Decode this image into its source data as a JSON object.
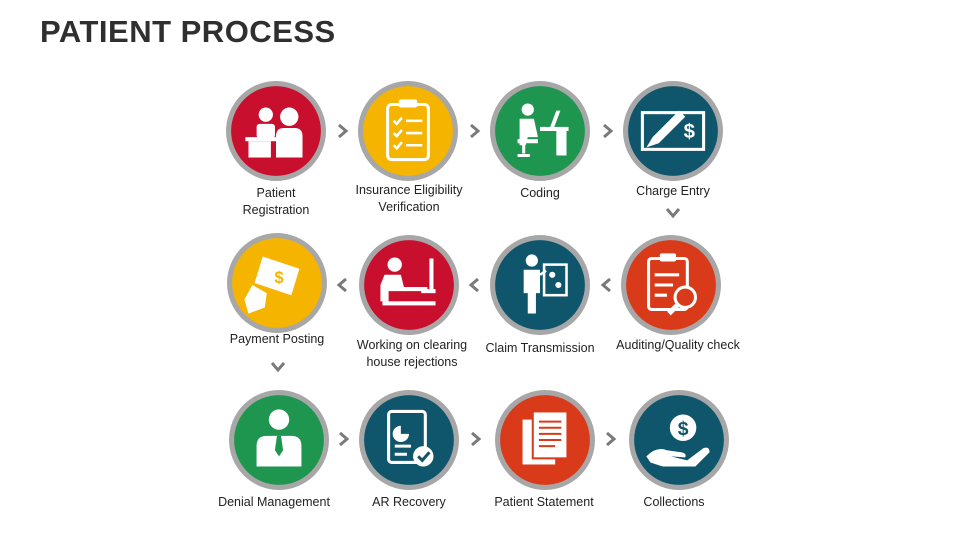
{
  "title": "PATIENT PROCESS",
  "colors": {
    "ring": "#a7a7a7",
    "arrow": "#7a7a7a",
    "red": "#c8102e",
    "yellow": "#f5b400",
    "green": "#1f9650",
    "teal": "#0f566d",
    "orange": "#d93a19"
  },
  "steps": [
    {
      "label": "Patient\nRegistration",
      "color": "#c8102e",
      "icon": "registration-icon"
    },
    {
      "label": "Insurance Eligibility\nVerification",
      "color": "#f5b400",
      "icon": "clipboard-checklist-icon"
    },
    {
      "label": "Coding",
      "color": "#1f9650",
      "icon": "person-at-computer-icon"
    },
    {
      "label": "Charge Entry",
      "color": "#0f566d",
      "icon": "check-pen-icon"
    },
    {
      "label": "Auditing/Quality check",
      "color": "#d93a19",
      "icon": "clipboard-magnifier-icon"
    },
    {
      "label": "Claim Transmission",
      "color": "#0f566d",
      "icon": "presenter-board-icon"
    },
    {
      "label": "Working on clearing\nhouse  rejections",
      "color": "#c8102e",
      "icon": "person-at-desk-icon"
    },
    {
      "label": "Payment Posting",
      "color": "#f5b400",
      "icon": "hand-money-icon"
    },
    {
      "label": "Denial Management",
      "color": "#1f9650",
      "icon": "businessman-icon"
    },
    {
      "label": "AR Recovery",
      "color": "#0f566d",
      "icon": "report-check-icon"
    },
    {
      "label": "Patient Statement",
      "color": "#d93a19",
      "icon": "documents-icon"
    },
    {
      "label": "Collections",
      "color": "#0f566d",
      "icon": "hand-coin-icon"
    }
  ]
}
